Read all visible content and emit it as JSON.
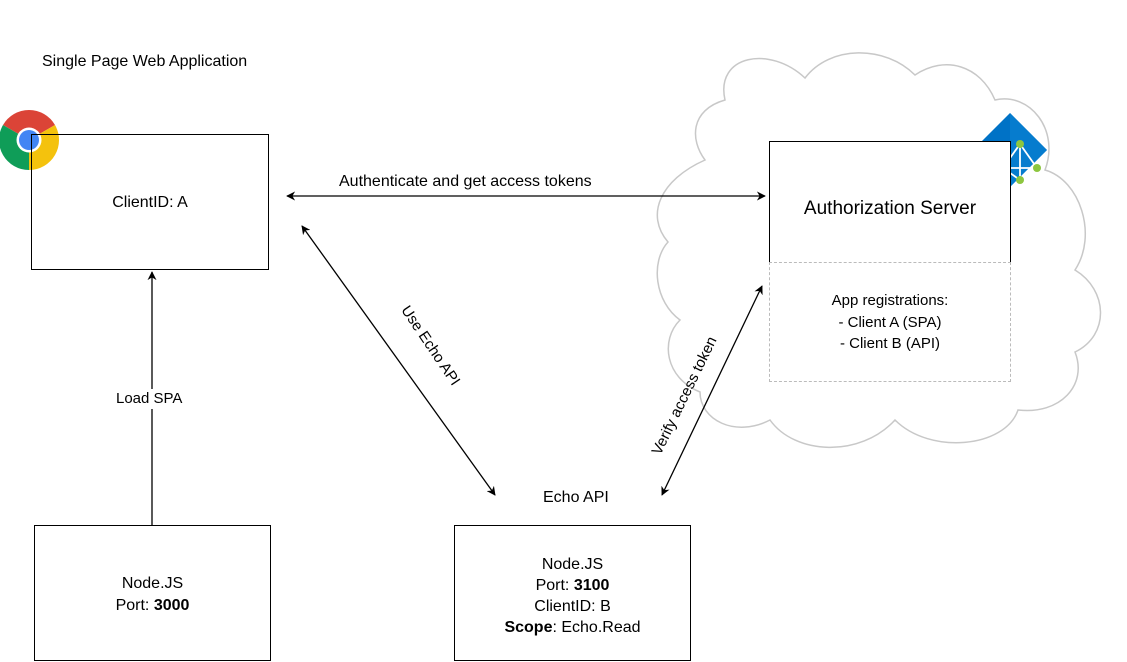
{
  "spa_title": "Single Page Web Application",
  "spa_box": {
    "label": "ClientID: A"
  },
  "node_spa": {
    "line1": "Node.JS",
    "port_label": "Port: ",
    "port_value": "3000"
  },
  "echo_api": {
    "title": "Echo API",
    "line1": "Node.JS",
    "port_label": "Port: ",
    "port_value": "3100",
    "client_line": "ClientID: B",
    "scope_label": "Scope",
    "scope_value": ": Echo.Read"
  },
  "auth_server": {
    "title": "Authorization Server",
    "registrations_title": "App registrations:",
    "registrations": [
      "- Client A (SPA)",
      "- Client B (API)"
    ]
  },
  "edges": {
    "authenticate": "Authenticate and get access tokens",
    "load_spa": "Load SPA",
    "use_echo": "Use Echo API",
    "verify_token": "Verify access token"
  },
  "icons": {
    "browser": "chrome-browser-icon",
    "identity": "azure-ad-icon"
  },
  "colors": {
    "cloud_stroke": "#c8c8c8",
    "dashed": "#bbbbbb",
    "azure_blue": "#0072c6",
    "azure_green": "#8dc63f"
  }
}
